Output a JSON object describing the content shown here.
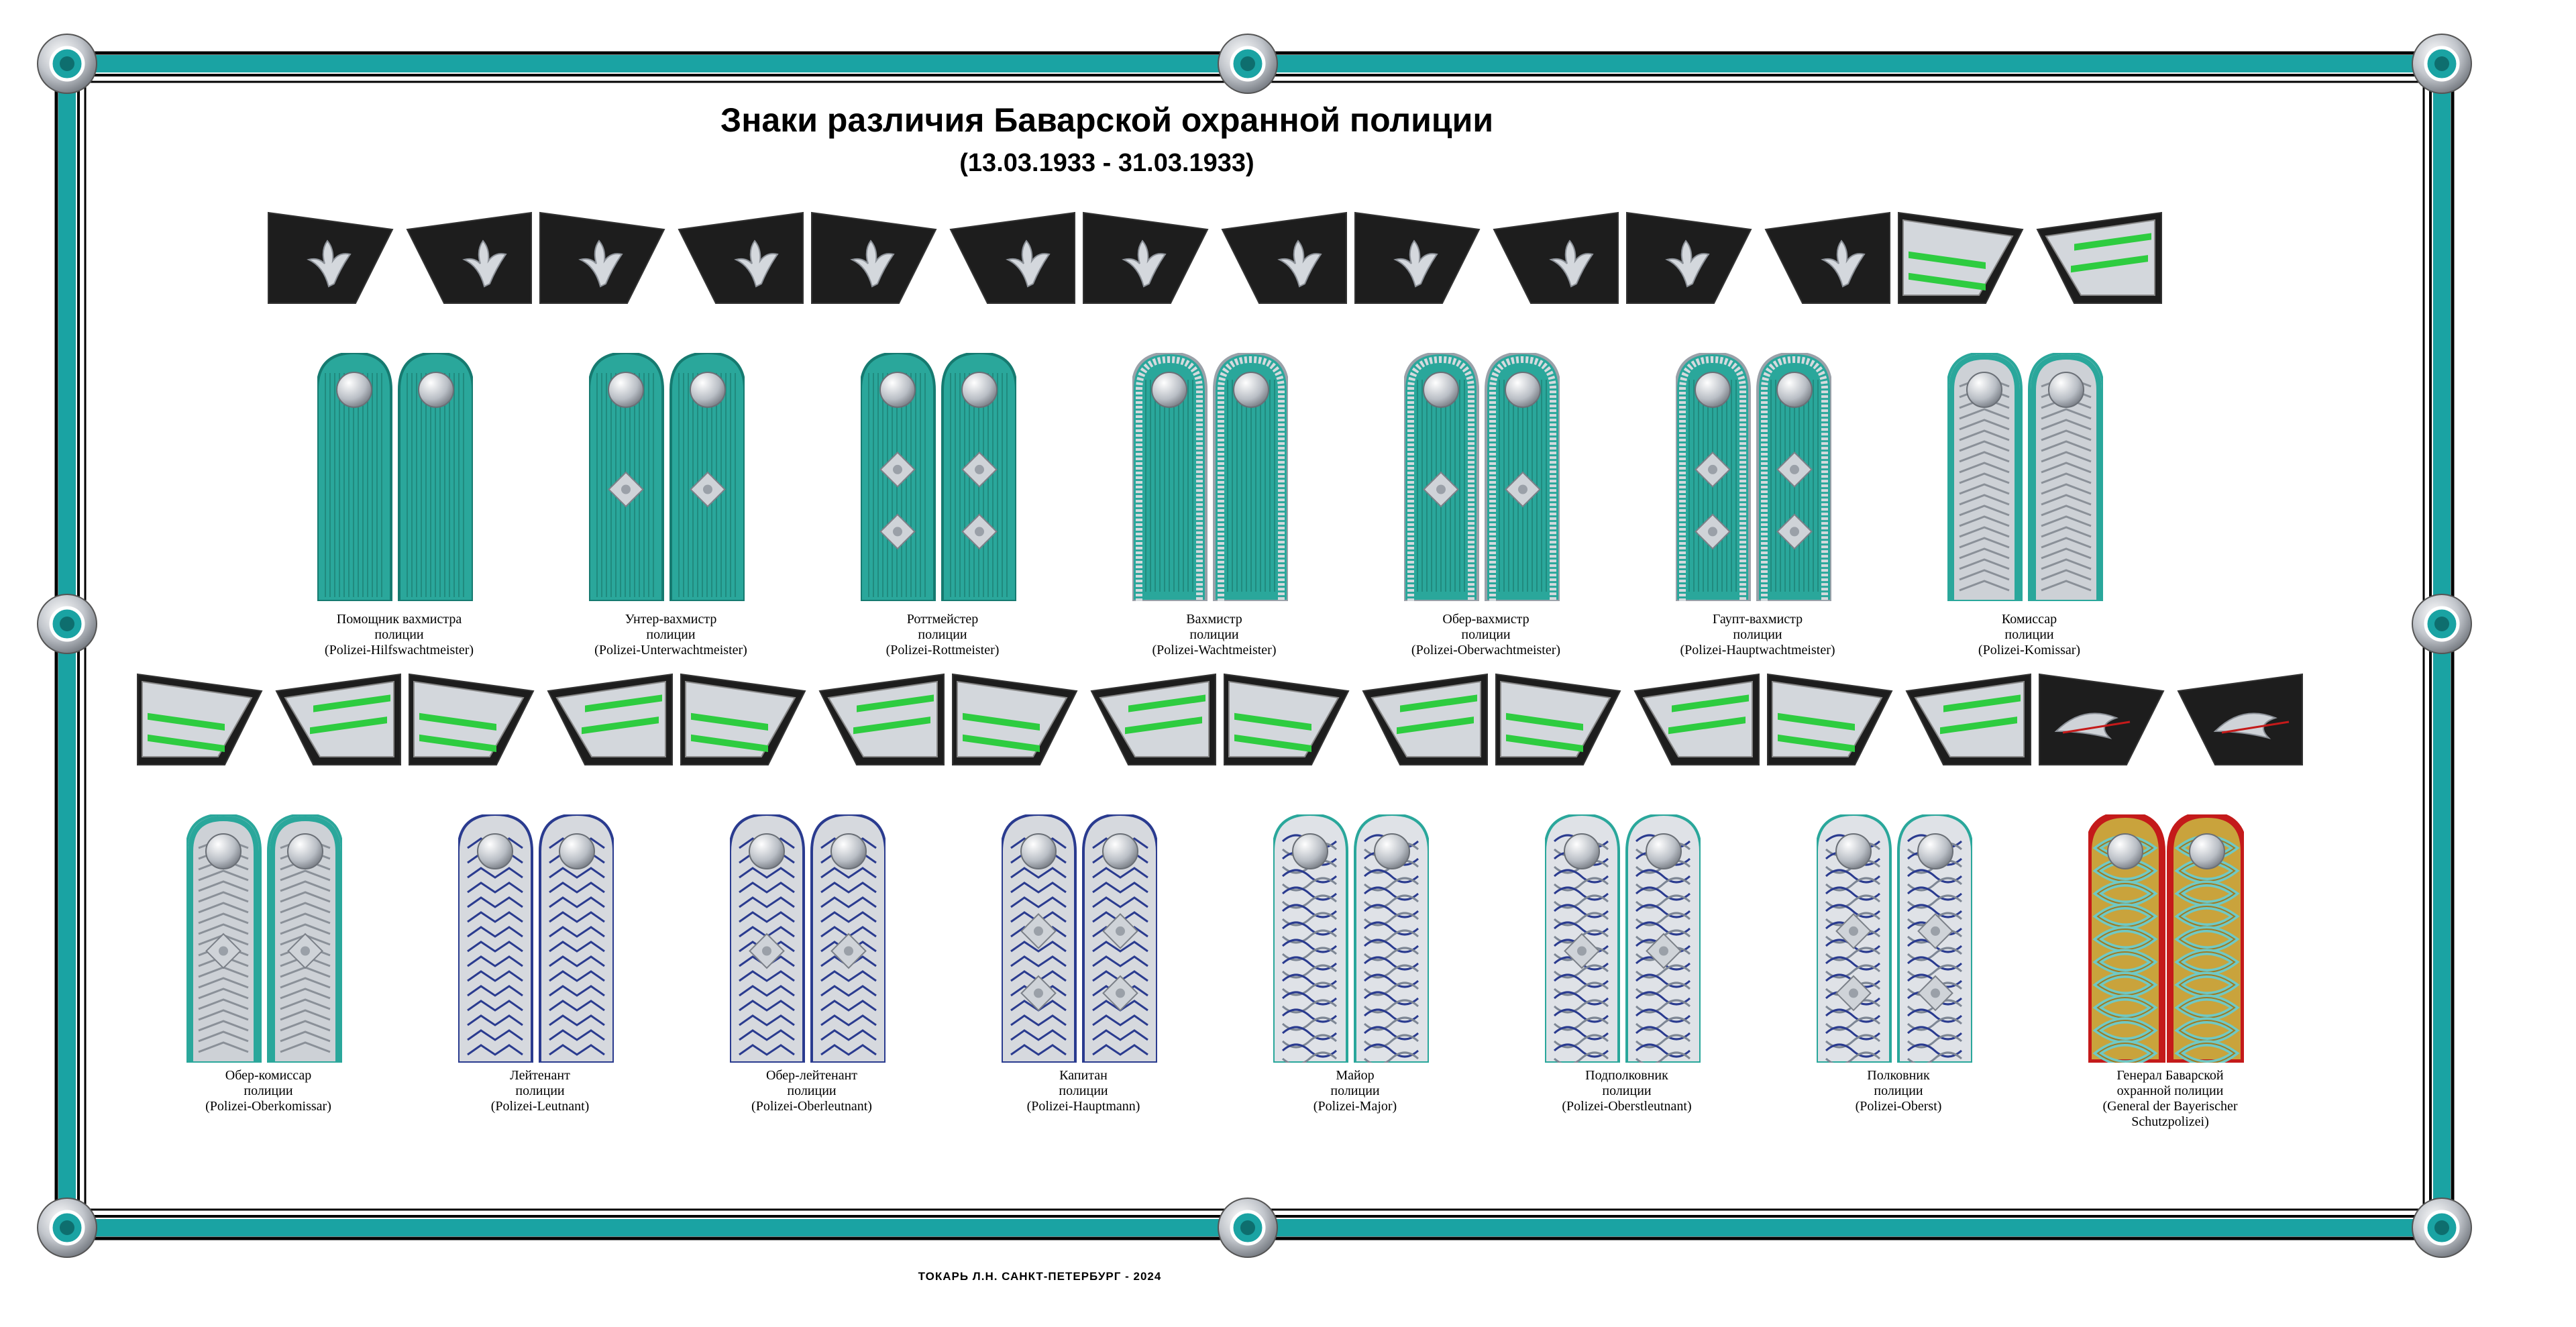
{
  "title": "Знаки различия Баварской охранной полиции",
  "subtitle": "(13.03.1933 - 31.03.1933)",
  "footer": "ТОКАРЬ Л.Н.   САНКТ-ПЕТЕРБУРГ - 2024",
  "colors": {
    "frame_teal": "#1aa3a3",
    "strap_teal": "#2aa79b",
    "collar_black": "#1d1d1d",
    "lace_green": "#2ecc40",
    "silver": "#c8ccd2",
    "braid_blue": "#2a3b8f",
    "general_red": "#c41a1a",
    "general_gold": "#c9a33c"
  },
  "ranks_top": [
    {
      "ru": "Помощник вахмистра",
      "org": "полиции",
      "de": "(Polizei-Hilfswachtmeister)",
      "collar": "oak-leaf",
      "strap": "teal",
      "pips": 0
    },
    {
      "ru": "Унтер-вахмистр",
      "org": "полиции",
      "de": "(Polizei-Unterwachtmeister)",
      "collar": "oak-leaf",
      "strap": "teal",
      "pips": 1
    },
    {
      "ru": "Роттмейстер",
      "org": "полиции",
      "de": "(Polizei-Rottmeister)",
      "collar": "oak-leaf",
      "strap": "teal",
      "pips": 2
    },
    {
      "ru": "Вахмистр",
      "org": "полиции",
      "de": "(Polizei-Wachtmeister)",
      "collar": "oak-leaf",
      "strap": "teal-silver-edge",
      "pips": 0
    },
    {
      "ru": "Обер-вахмистр",
      "org": "полиции",
      "de": "(Polizei-Oberwachtmeister)",
      "collar": "oak-leaf",
      "strap": "teal-silver-edge",
      "pips": 1
    },
    {
      "ru": "Гаупт-вахмистр",
      "org": "полиции",
      "de": "(Polizei-Hauptwachtmeister)",
      "collar": "oak-leaf",
      "strap": "teal-silver-edge",
      "pips": 2
    },
    {
      "ru": "Комиссар",
      "org": "полиции",
      "de": "(Polizei-Komissar)",
      "collar": "lace",
      "strap": "silver-chevron-teal",
      "pips": 0
    }
  ],
  "ranks_bottom": [
    {
      "ru": "Обер-комиссар",
      "org": "полиции",
      "de": "(Polizei-Oberkomissar)",
      "collar": "lace",
      "strap": "silver-chevron-teal",
      "pips": 1
    },
    {
      "ru": "Лейтенант",
      "org": "полиции",
      "de": "(Polizei-Leutnant)",
      "collar": "lace",
      "strap": "officer",
      "pips": 0
    },
    {
      "ru": "Обер-лейтенант",
      "org": "полиции",
      "de": "(Polizei-Oberleutnant)",
      "collar": "lace",
      "strap": "officer",
      "pips": 1
    },
    {
      "ru": "Капитан",
      "org": "полиции",
      "de": "(Polizei-Hauptmann)",
      "collar": "lace",
      "strap": "officer",
      "pips": 2
    },
    {
      "ru": "Майор",
      "org": "полиции",
      "de": "(Polizei-Major)",
      "collar": "lace",
      "strap": "braided",
      "pips": 0
    },
    {
      "ru": "Подполковник",
      "org": "полиции",
      "de": "(Polizei-Oberstleutnant)",
      "collar": "lace",
      "strap": "braided",
      "pips": 1
    },
    {
      "ru": "Полковник",
      "org": "полиции",
      "de": "(Polizei-Oberst)",
      "collar": "lace",
      "strap": "braided",
      "pips": 2
    },
    {
      "ru": "Генерал Баварской",
      "org": "охранной полиции",
      "de": "(General der Bayerischer",
      "de2": "Schutzpolizei)",
      "collar": "general",
      "strap": "general",
      "pips": 0
    }
  ]
}
